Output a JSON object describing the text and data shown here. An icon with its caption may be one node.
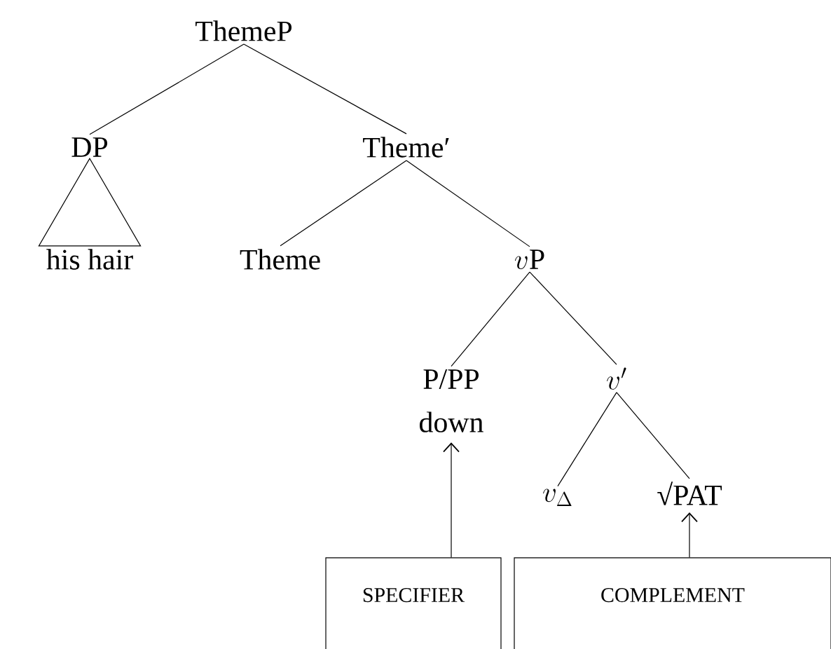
{
  "diagram": {
    "nodes": [
      {
        "text": [
          "ThemeP"
        ]
      },
      {
        "text": [
          "DP"
        ]
      },
      {
        "text": [
          "his hair"
        ]
      },
      {
        "text": [
          "Theme′"
        ]
      },
      {
        "text": [
          "Theme"
        ]
      },
      {
        "text": [
          "v\\mathrm{P}"
        ]
      },
      {
        "text": [
          "P/PP",
          "down"
        ]
      },
      {
        "text": [
          "v'"
        ]
      },
      {
        "text": [
          "v_{\\Delta}"
        ]
      },
      {
        "text": [
          "√PAT"
        ]
      },
      {
        "text": [
          "SPECIFIER"
        ]
      },
      {
        "text": [
          "COMPLEMENT"
        ]
      }
    ],
    "edges": [
      {
        "from": 0,
        "to": 1,
        "arrow": "none"
      },
      {
        "from": 0,
        "to": 3,
        "arrow": "none"
      },
      {
        "from": 1,
        "to": 2,
        "arrow": "none"
      },
      {
        "from": 3,
        "to": 4,
        "arrow": "none"
      },
      {
        "from": 3,
        "to": 5,
        "arrow": "none"
      },
      {
        "from": 5,
        "to": 6,
        "arrow": "none"
      },
      {
        "from": 5,
        "to": 7,
        "arrow": "none"
      },
      {
        "from": 7,
        "to": 8,
        "arrow": "none"
      },
      {
        "from": 7,
        "to": 9,
        "arrow": "none"
      },
      {
        "from": 10,
        "to": 6,
        "arrow": "to"
      },
      {
        "from": 11,
        "to": 9,
        "arrow": "to"
      }
    ]
  }
}
